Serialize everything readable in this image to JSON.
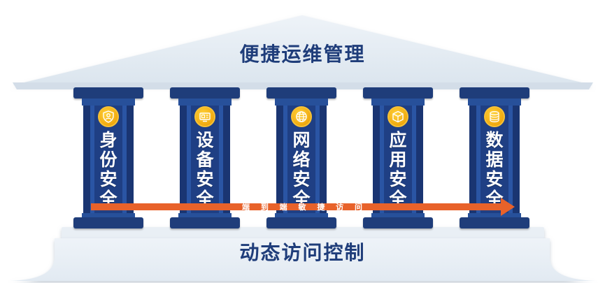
{
  "roof_title": "便捷运维管理",
  "base_title": "动态访问控制",
  "arrow_label": "端 到 端 敏 捷 访 问",
  "colors": {
    "pillar_dark": "#1f3d7a",
    "pillar_light": "#2a55a4",
    "roof": "#e4ecf3",
    "arrow": "#e8622a",
    "icon_gold": "#f0a90f"
  },
  "pillars": [
    {
      "label": "身份安全",
      "icon": "user-shield-icon"
    },
    {
      "label": "设备安全",
      "icon": "device-icon"
    },
    {
      "label": "网络安全",
      "icon": "globe-icon"
    },
    {
      "label": "应用安全",
      "icon": "cube-icon"
    },
    {
      "label": "数据安全",
      "icon": "database-icon"
    }
  ]
}
